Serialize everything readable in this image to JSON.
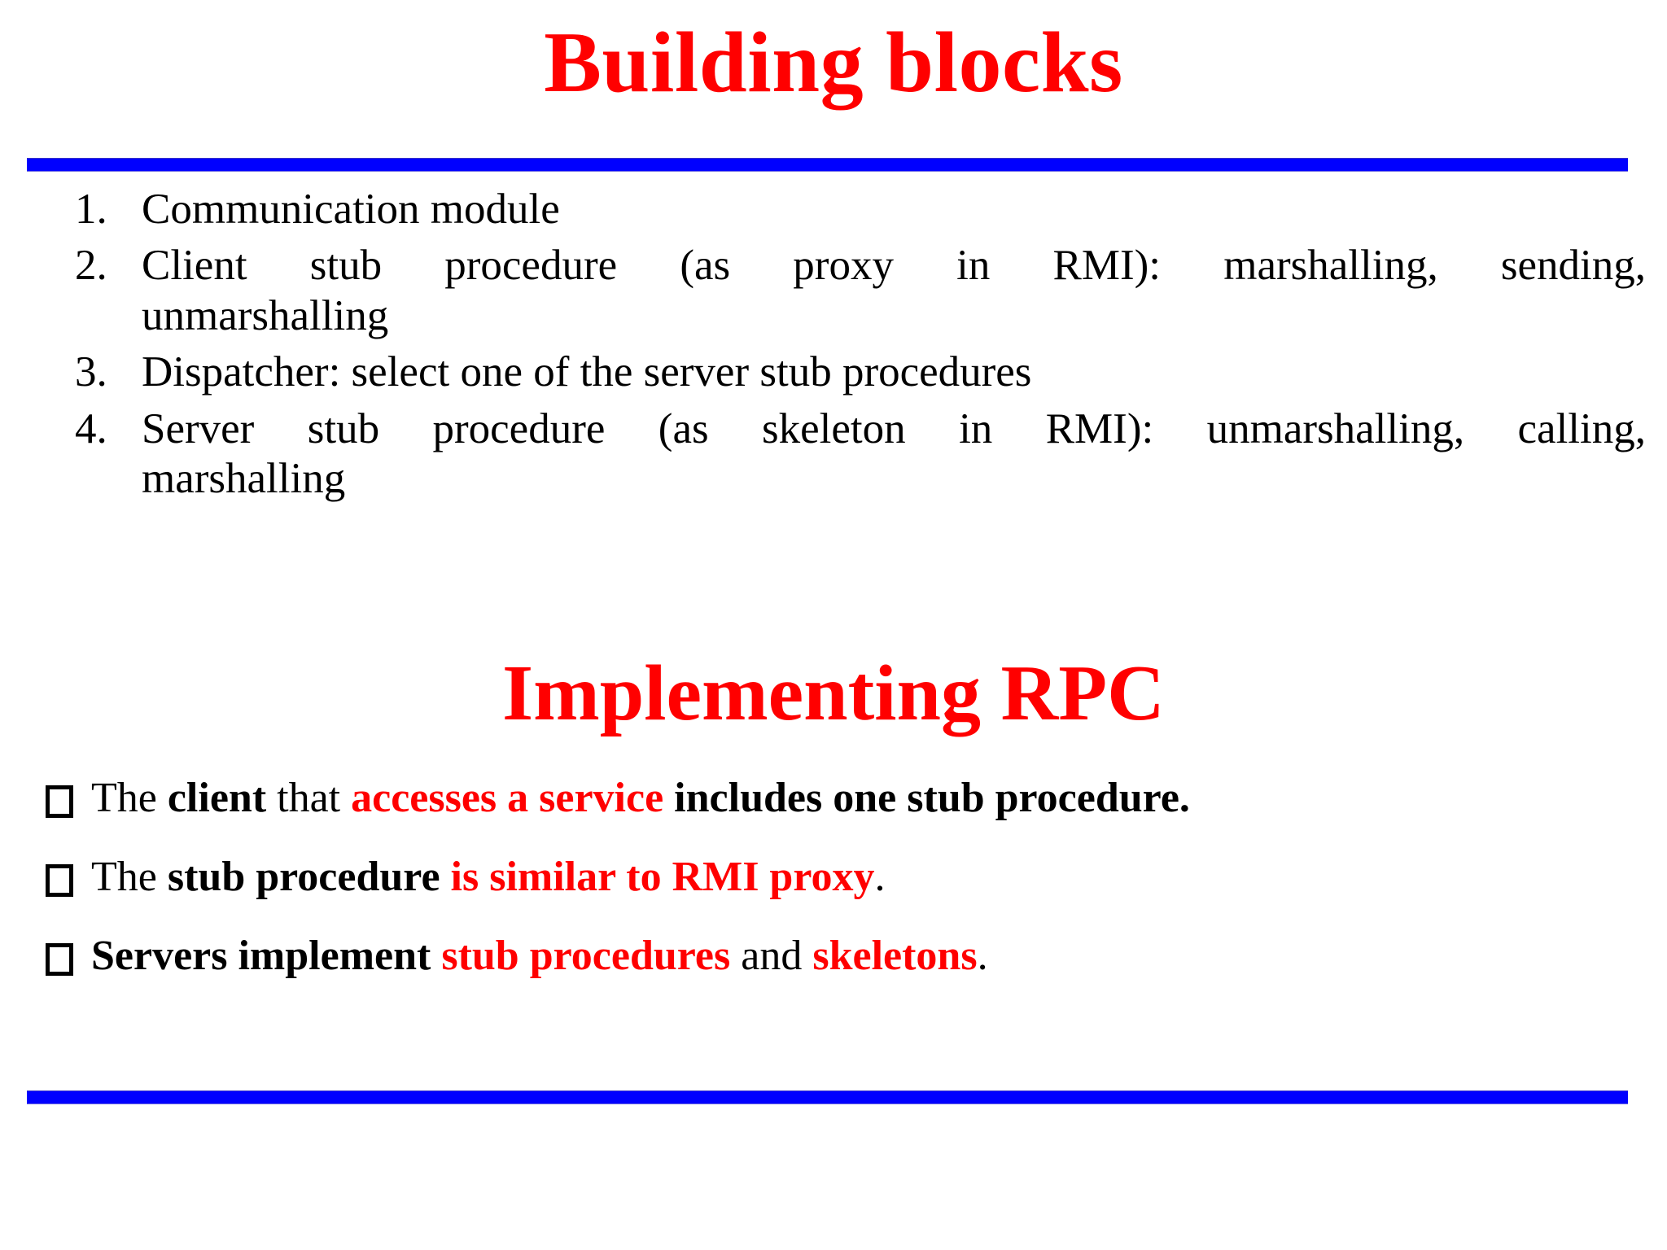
{
  "slide": {
    "background": "#ffffff",
    "accent_red": "#ff0000",
    "accent_blue": "#0000ff",
    "title_1": "Building blocks",
    "title_2": "Implementing RPC"
  },
  "numbered_list": [
    {
      "marker": "1.",
      "line_1": "Communication module",
      "line_2": ""
    },
    {
      "marker": "2.",
      "line_1": "Client stub procedure (as proxy in RMI): marshalling, sending,",
      "line_2": "unmarshalling"
    },
    {
      "marker": "3.",
      "line_1": "Dispatcher: select one of the server stub procedures",
      "line_2": ""
    },
    {
      "marker": "4.",
      "line_1": "Server stub procedure (as skeleton in RMI): unmarshalling, calling,",
      "line_2": "marshalling"
    }
  ],
  "bullet_list": [
    {
      "bullet": "hollow-square",
      "runs": [
        {
          "text": "The ",
          "style": "plain"
        },
        {
          "text": "client",
          "style": "bold"
        },
        {
          "text": " that ",
          "style": "plain"
        },
        {
          "text": "accesses a service",
          "style": "bold-red"
        },
        {
          "text": " includes one stub procedure",
          "style": "bold"
        },
        {
          "text": ".",
          "style": "bold"
        }
      ]
    },
    {
      "bullet": "hollow-square",
      "runs": [
        {
          "text": "The ",
          "style": "plain"
        },
        {
          "text": "stub procedure",
          "style": "bold"
        },
        {
          "text": " ",
          "style": "plain"
        },
        {
          "text": "is similar to RMI proxy",
          "style": "bold-red"
        },
        {
          "text": ".",
          "style": "plain"
        }
      ]
    },
    {
      "bullet": "hollow-square",
      "runs": [
        {
          "text": "Servers implement",
          "style": "bold"
        },
        {
          "text": " ",
          "style": "plain"
        },
        {
          "text": "stub procedures",
          "style": "bold-red"
        },
        {
          "text": " and ",
          "style": "plain"
        },
        {
          "text": "skeletons",
          "style": "bold-red"
        },
        {
          "text": ".",
          "style": "plain"
        }
      ]
    }
  ]
}
